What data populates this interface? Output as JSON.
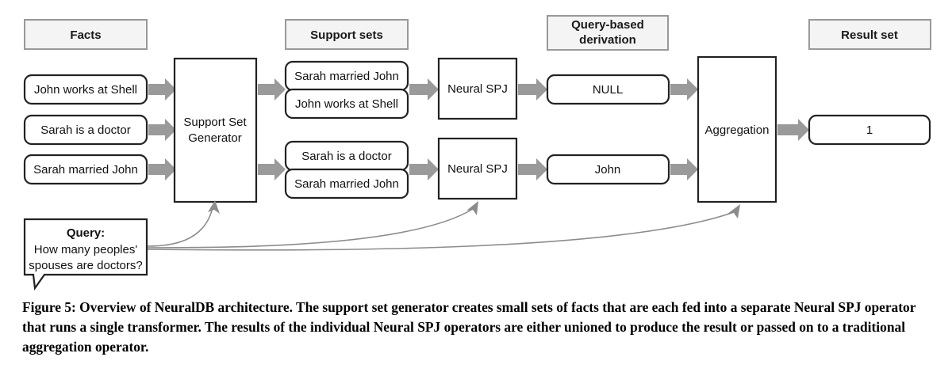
{
  "figure": {
    "caption": "Figure 5: Overview of NeuralDB architecture. The support set generator creates small sets of facts that are each fed into a separate Neural SPJ operator that runs a single transformer. The results of the individual Neural SPJ operators are either unioned to produce the result or passed on to a traditional aggregation operator."
  },
  "colors": {
    "header_fill": "#f4f4f4",
    "header_stroke": "#999999",
    "node_stroke": "#222222",
    "thick_arrow": "#9a9a9a",
    "thin_arrow": "#8c8c8c",
    "background": "#ffffff"
  },
  "columns": {
    "facts": {
      "header": "Facts"
    },
    "support_sets": {
      "header": "Support sets"
    },
    "query_derivation": {
      "header_line1": "Query-based",
      "header_line2": "derivation"
    },
    "result_set": {
      "header": "Result set"
    }
  },
  "facts": [
    {
      "label": "John works at Shell"
    },
    {
      "label": "Sarah is a doctor"
    },
    {
      "label": "Sarah married John"
    }
  ],
  "operators": {
    "support_set_generator": {
      "line1": "Support Set",
      "line2": "Generator"
    },
    "neural_spj_top": {
      "label": "Neural SPJ"
    },
    "neural_spj_bottom": {
      "label": "Neural SPJ"
    },
    "aggregation": {
      "label": "Aggregation"
    }
  },
  "support_sets": [
    {
      "rows": [
        {
          "label": "Sarah married John"
        },
        {
          "label": "John works at Shell"
        }
      ]
    },
    {
      "rows": [
        {
          "label": "Sarah is a doctor"
        },
        {
          "label": "Sarah married John"
        }
      ]
    }
  ],
  "derivations": [
    {
      "label": "NULL"
    },
    {
      "label": "John"
    }
  ],
  "result": {
    "label": "1"
  },
  "query": {
    "title": "Query:",
    "line1": "How many peoples'",
    "line2": "spouses are doctors?"
  }
}
